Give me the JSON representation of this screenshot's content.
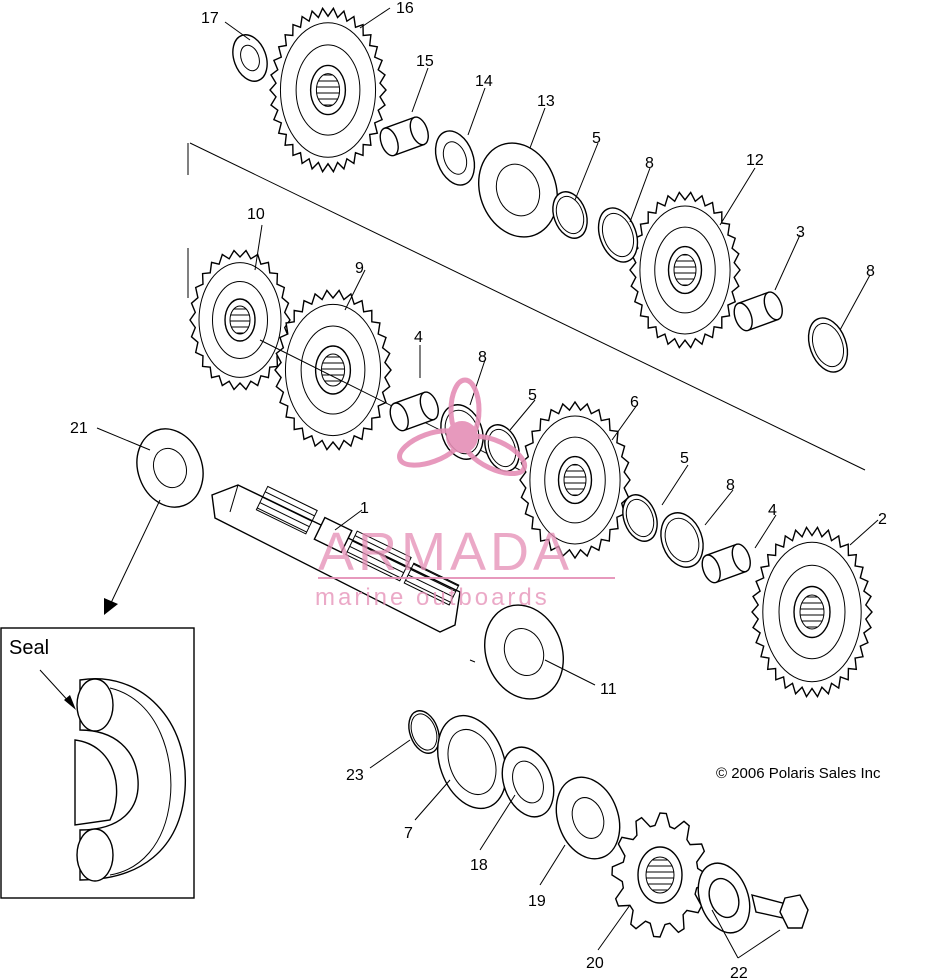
{
  "diagram": {
    "callouts": [
      "1",
      "2",
      "3",
      "4",
      "5",
      "6",
      "7",
      "8",
      "9",
      "10",
      "11",
      "12",
      "13",
      "14",
      "15",
      "16",
      "17",
      "18",
      "19",
      "20",
      "21",
      "22",
      "23"
    ],
    "inset_label": "Seal",
    "copyright": "© 2006 Polaris Sales Inc"
  },
  "watermark": {
    "brand": "ARMADA",
    "tagline": "marine outboards",
    "color": "#e58fb6"
  }
}
